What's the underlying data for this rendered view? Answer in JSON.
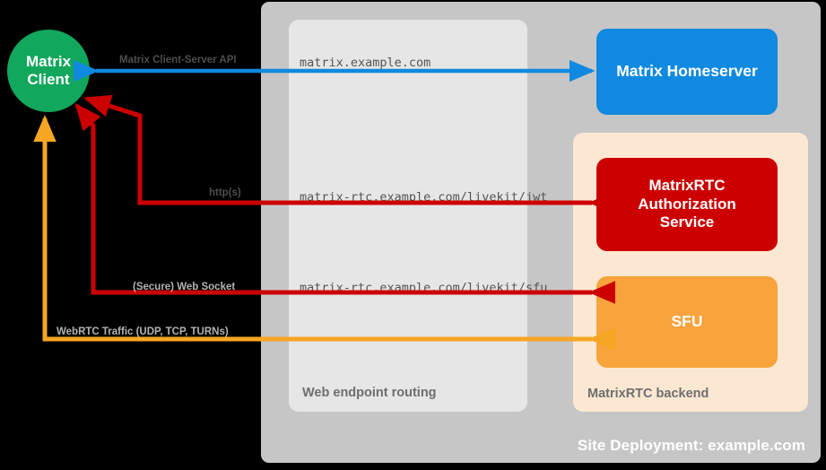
{
  "diagram": {
    "site_panel": {
      "title": "Site Deployment: example.com"
    },
    "routing_panel": {
      "title": "Web endpoint routing",
      "endpoints": [
        "matrix.example.com",
        "matrix-rtc.example.com/livekit/jwt",
        "matrix-rtc.example.com/livekit/sfu"
      ]
    },
    "backend_panel": {
      "title": "MatrixRTC backend"
    },
    "client": {
      "line1": "Matrix",
      "line2": "Client"
    },
    "nodes": {
      "homeserver": "Matrix Homeserver",
      "auth_line1": "MatrixRTC",
      "auth_line2": "Authorization",
      "auth_line3": "Service",
      "sfu": "SFU"
    },
    "flows": {
      "client_server_api": "Matrix Client-Server API",
      "https": "http(s)",
      "websocket": "(Secure) Web Socket",
      "webrtc": "WebRTC Traffic (UDP, TCP, TURNs)"
    },
    "colors": {
      "background": "#000000",
      "site_panel": "#c6c6c6",
      "routing_panel": "#e6e6e6",
      "backend_panel": "#fce8d2",
      "client_green": "#11a75c",
      "homeserver_blue": "#1089e0",
      "auth_red": "#cc0000",
      "sfu_orange": "#f8a33c",
      "webrtc_orange": "#f5a623"
    }
  }
}
